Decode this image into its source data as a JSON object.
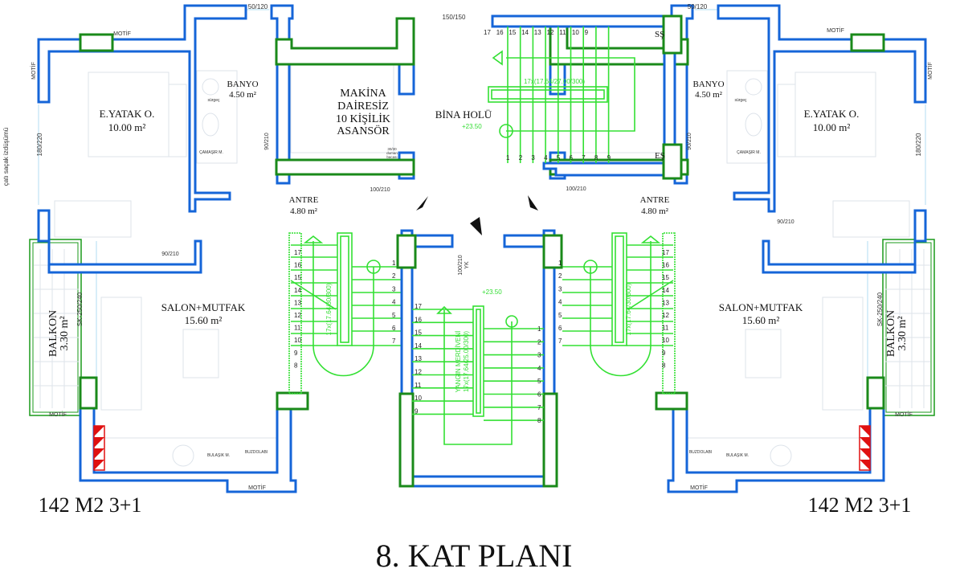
{
  "title": "8. KAT PLANI",
  "units": {
    "left_label": "142 M2 3+1",
    "right_label": "142 M2 3+1"
  },
  "rooms": {
    "bedroom": {
      "name": "E.YATAK O.",
      "area": "10.00 m²"
    },
    "bathroom": {
      "name": "BANYO",
      "area": "4.50 m²"
    },
    "entrance": {
      "name": "ANTRE",
      "area": "4.80 m²"
    },
    "living": {
      "name": "SALON+MUTFAK",
      "area": "15.60 m²"
    },
    "balcony": {
      "name": "BALKON",
      "area": "3.30 m²"
    },
    "elevator": {
      "line1": "MAKİNA",
      "line2": "DAİRESİZ",
      "line3": "10 KİŞİLİK",
      "line4": "ASANSÖR"
    },
    "hall": {
      "name": "BİNA HOLÜ",
      "level": "+23.50"
    }
  },
  "annotations": {
    "window_50_120": "50/120",
    "window_150_150": "150/150",
    "motif": "MOTİF",
    "window_180_220": "180/220",
    "eaves": "çatı saçak izdüşümü",
    "door_90_210": "90/210",
    "door_100_210": "100/210",
    "door_100_210_yk": "100/210",
    "yk": "YK",
    "sk": "SK-250/240",
    "surgec": "sürgeç",
    "washer": "ÇAMAŞIR M.",
    "shaft_1": "30/30",
    "shaft_2": "duman",
    "shaft_3": "bacası",
    "dishwasher": "BULAŞIK M.",
    "fridge": "BUZDOLABI",
    "ss": "SŞ",
    "es": "EŞ",
    "stair_level": "+23.50"
  },
  "stairs": {
    "main_spec": "17x(17.64/27.00/300)",
    "unit_spec": "17x(17.64/30/300)",
    "fire_name": "YANGIN MERDİVENİ",
    "fire_spec": "17x(17.64/25.00/300)"
  },
  "colors": {
    "wall": "#1565d8",
    "column": "#1a8a1a",
    "stair": "#33e033",
    "hatch": "#e01010"
  }
}
